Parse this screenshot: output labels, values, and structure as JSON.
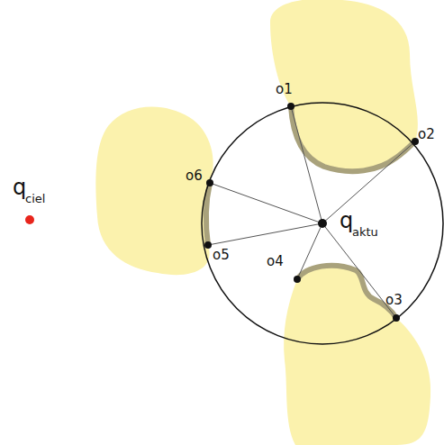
{
  "diagram": {
    "labels": [
      "q",
      "ciel",
      "q",
      "aktu",
      "o1",
      "o2",
      "o3",
      "o4",
      "o5",
      "o6"
    ]
  }
}
